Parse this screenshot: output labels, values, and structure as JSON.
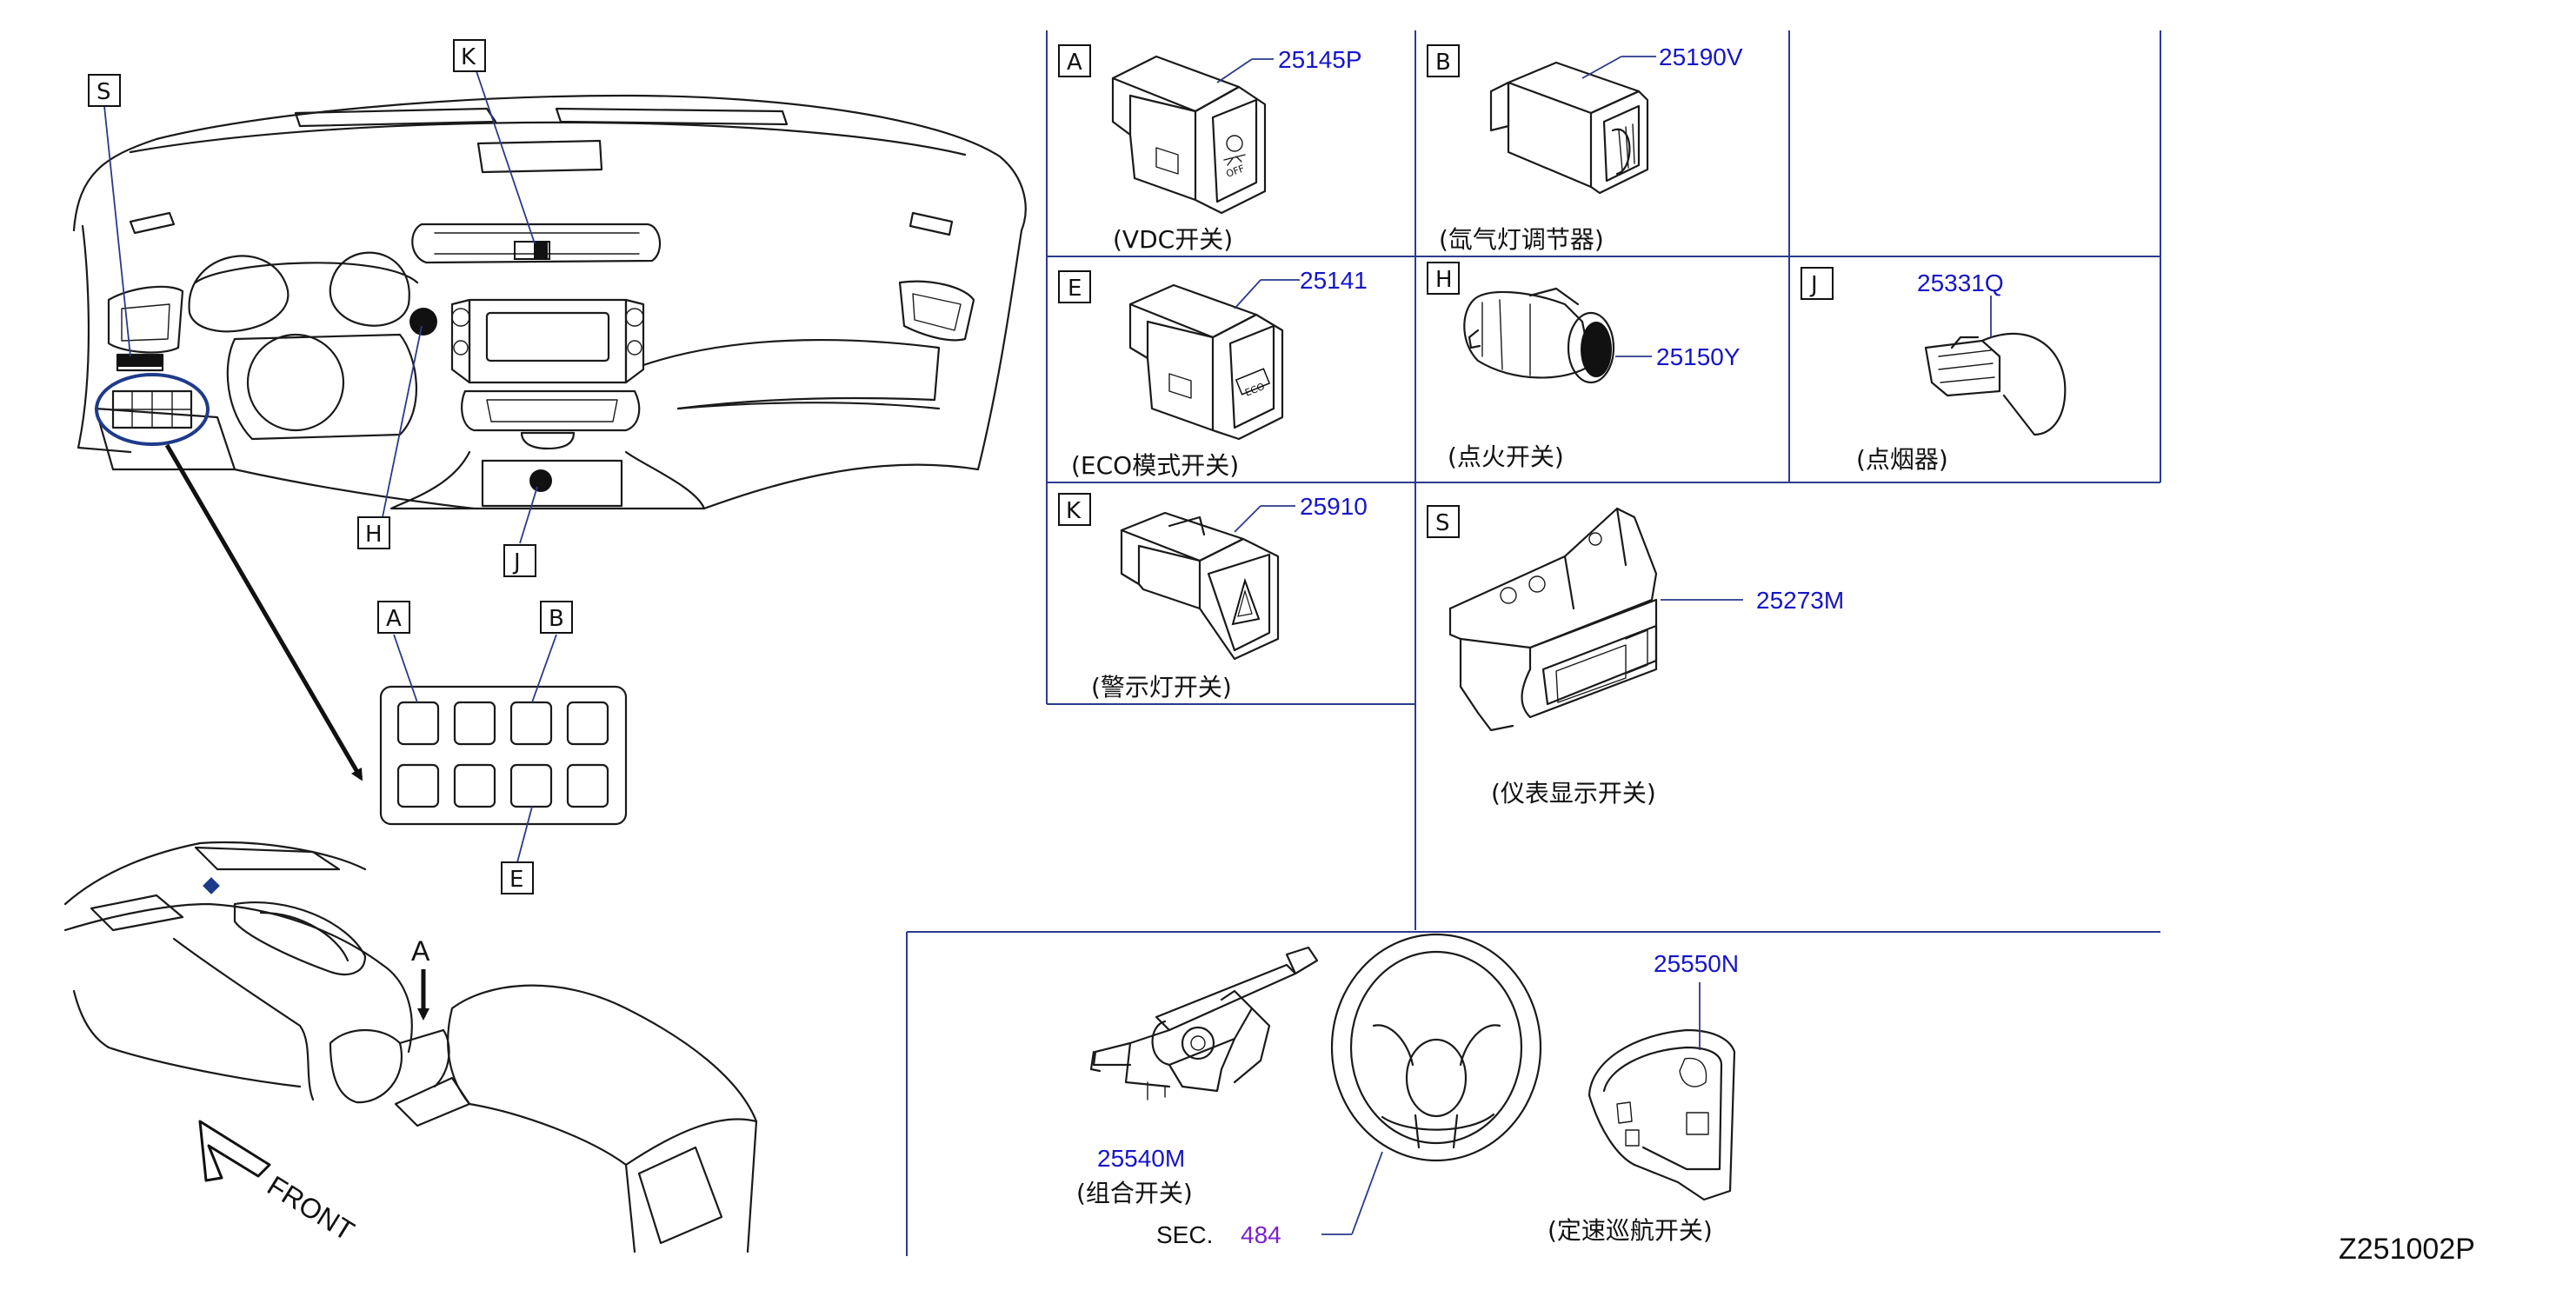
{
  "drawing_code": "Z251002P",
  "callouts": {
    "S": "S",
    "K": "K",
    "H": "H",
    "J": "J",
    "A": "A",
    "B": "B",
    "E": "E",
    "A_arrow": "A"
  },
  "front_label": "FRONT",
  "cells": {
    "A": {
      "letter": "A",
      "part": "25145P",
      "caption": "(VDC开关)"
    },
    "B": {
      "letter": "B",
      "part": "25190V",
      "caption": "(氙气灯调节器)"
    },
    "E": {
      "letter": "E",
      "part": "25141",
      "caption": "(ECO模式开关)"
    },
    "H": {
      "letter": "H",
      "part": "25150Y",
      "caption": "(点火开关)"
    },
    "J": {
      "letter": "J",
      "part": "25331Q",
      "caption": "(点烟器)"
    },
    "K": {
      "letter": "K",
      "part": "25910",
      "caption": "(警示灯开关)"
    },
    "S": {
      "letter": "S",
      "part": "25273M",
      "caption": "(仪表显示开关)"
    }
  },
  "bottom": {
    "combo_part": "25540M",
    "combo_caption": "(组合开关)",
    "sec_label": "SEC.",
    "sec_number": "484",
    "cruise_part": "25550N",
    "cruise_caption": "(定速巡航开关)"
  },
  "icons": {
    "vdc": "vdc-off-icon",
    "eco": "eco-icon",
    "hazard": "hazard-triangle-icon",
    "front_arrow": "front-arrow-icon"
  },
  "colors": {
    "part_number": "#1515c8",
    "grid_line": "#2c3b8f",
    "highlight_ring": "#1e3a8a",
    "section_ref": "#7a22c8"
  }
}
